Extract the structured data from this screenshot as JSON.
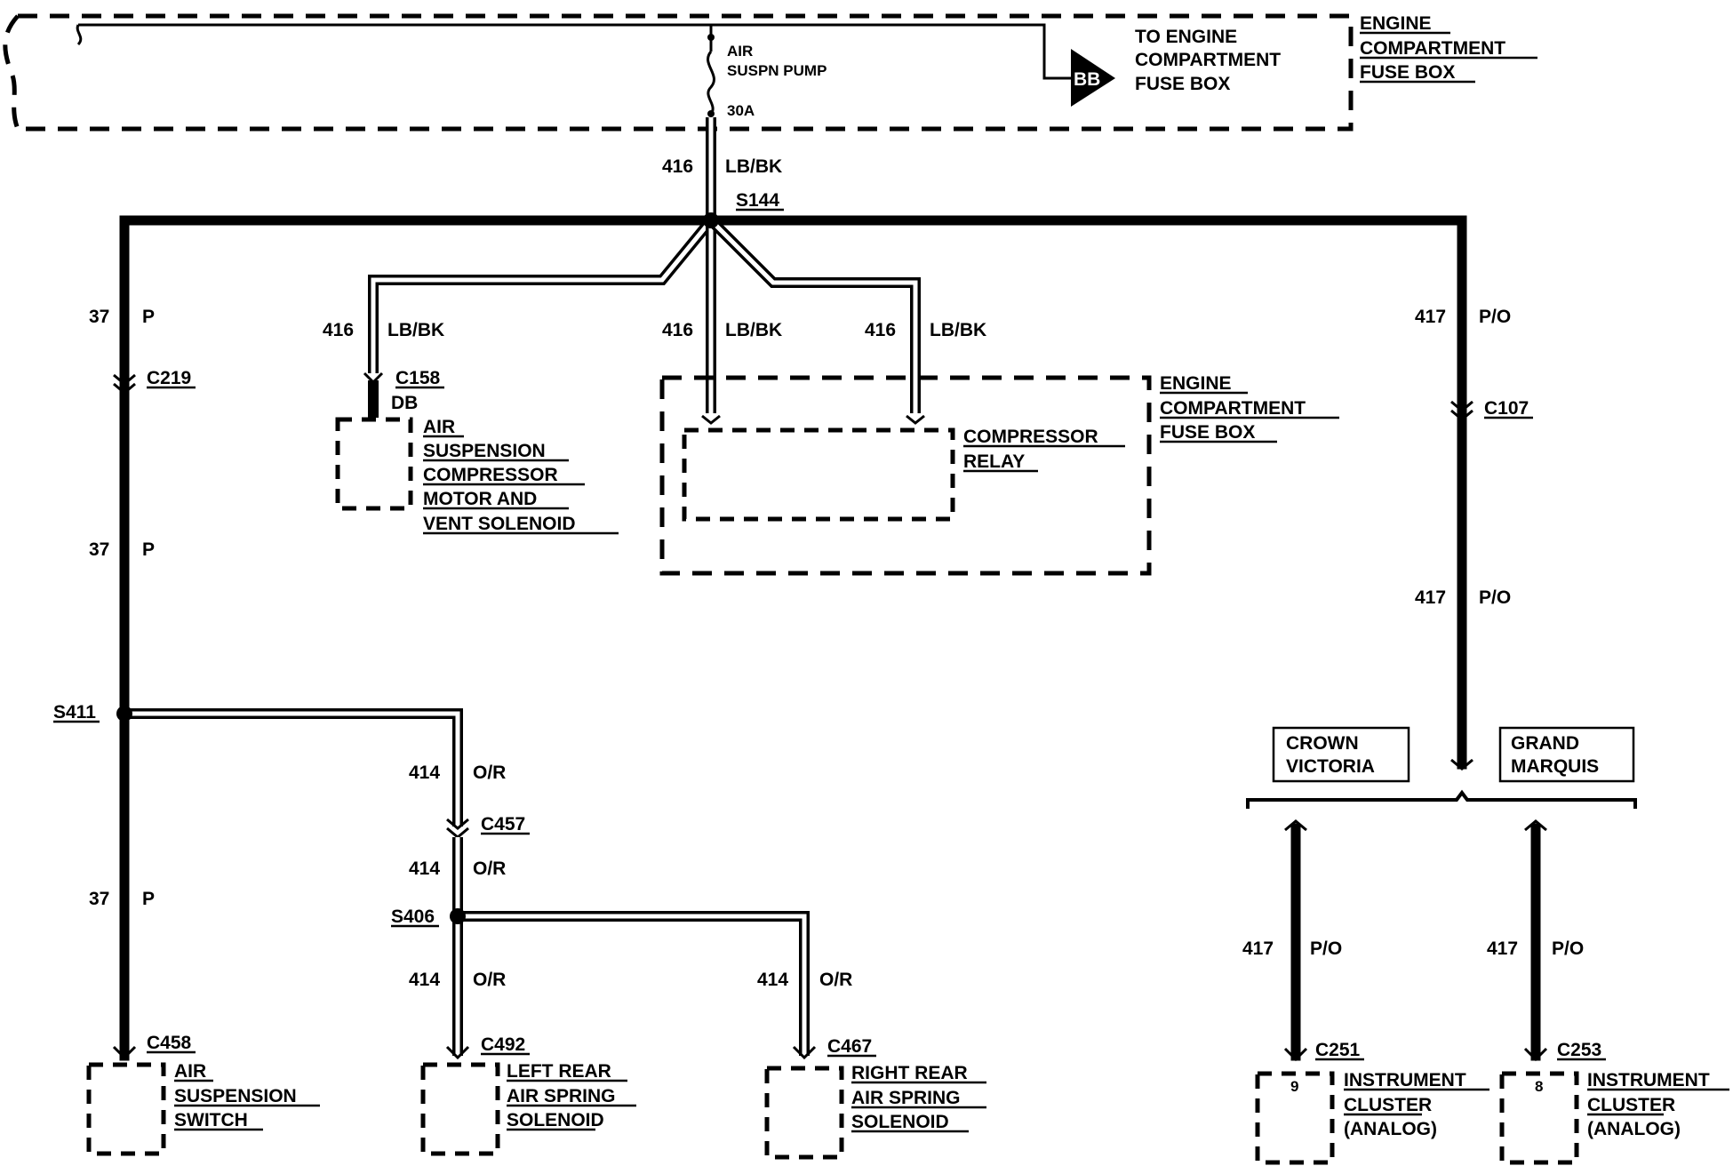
{
  "fuse_box_top": {
    "title_lines": [
      "ENGINE",
      "COMPARTMENT",
      "FUSE BOX"
    ],
    "to_engine_lines": [
      "TO ENGINE",
      "COMPARTMENT",
      "FUSE BOX"
    ],
    "connector": "BB",
    "fuse_name_lines": [
      "AIR",
      "SUSPN PUMP"
    ],
    "fuse_rating": "30A"
  },
  "splices": {
    "s144": "S144",
    "s411": "S411",
    "s406": "S406"
  },
  "wire_labels": {
    "w416_top_num": "416",
    "w416_top_color": "LB/BK",
    "w416_left_num": "416",
    "w416_left_color": "LB/BK",
    "w416_mid_num": "416",
    "w416_mid_color": "LB/BK",
    "w416_right_num": "416",
    "w416_right_color": "LB/BK",
    "w37_a_num": "37",
    "w37_a_color": "P",
    "w37_b_num": "37",
    "w37_b_color": "P",
    "w37_c_num": "37",
    "w37_c_color": "P",
    "w417_a_num": "417",
    "w417_a_color": "P/O",
    "w417_b_num": "417",
    "w417_b_color": "P/O",
    "w417_cv_num": "417",
    "w417_cv_color": "P/O",
    "w417_gm_num": "417",
    "w417_gm_color": "P/O",
    "w414_a_num": "414",
    "w414_a_color": "O/R",
    "w414_b_num": "414",
    "w414_b_color": "O/R",
    "w414_c_num": "414",
    "w414_c_color": "O/R",
    "w414_d_num": "414",
    "w414_d_color": "O/R"
  },
  "connectors": {
    "c219": "C219",
    "c158": "C158",
    "c158_color": "DB",
    "c107": "C107",
    "c457": "C457",
    "c458": "C458",
    "c492": "C492",
    "c467": "C467",
    "c251": "C251",
    "c251_pin": "9",
    "c253": "C253",
    "c253_pin": "8"
  },
  "components": {
    "compressor_lines": [
      "AIR",
      "SUSPENSION",
      "COMPRESSOR",
      "MOTOR AND",
      "VENT SOLENOID"
    ],
    "relay_lines": [
      "COMPRESSOR",
      "RELAY"
    ],
    "engine_box_lines": [
      "ENGINE",
      "COMPARTMENT",
      "FUSE BOX"
    ],
    "switch_lines": [
      "AIR",
      "SUSPENSION",
      "SWITCH"
    ],
    "left_rear_lines": [
      "LEFT REAR",
      "AIR SPRING",
      "SOLENOID"
    ],
    "right_rear_lines": [
      "RIGHT REAR",
      "AIR SPRING",
      "SOLENOID"
    ],
    "cluster_cv_lines": [
      "INSTRUMENT",
      "CLUSTER",
      "(ANALOG)"
    ],
    "cluster_gm_lines": [
      "INSTRUMENT",
      "CLUSTER",
      "(ANALOG)"
    ]
  },
  "variants": {
    "crown_victoria_lines": [
      "CROWN",
      "VICTORIA"
    ],
    "grand_marquis_lines": [
      "GRAND",
      "MARQUIS"
    ]
  }
}
